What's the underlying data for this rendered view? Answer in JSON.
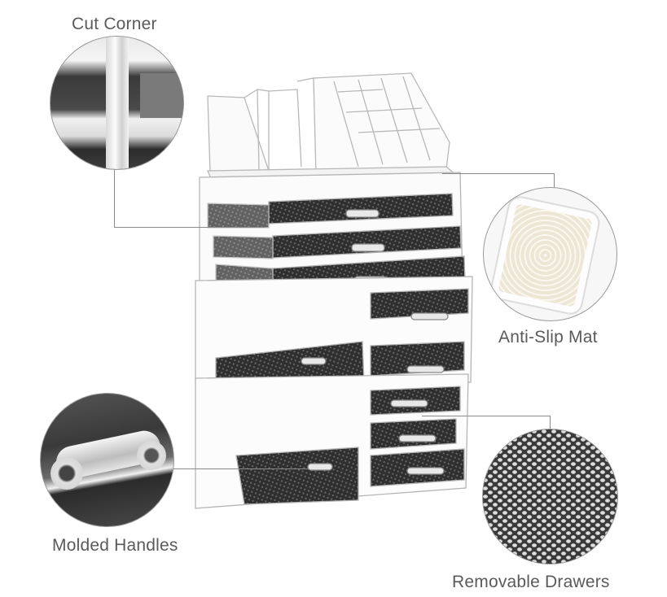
{
  "image": {
    "subject": "Acrylic makeup organizer with drawers",
    "background": "#ffffff"
  },
  "callouts": [
    {
      "id": "cut-corner",
      "label": "Cut Corner",
      "position": "top-left"
    },
    {
      "id": "anti-slip-mat",
      "label": "Anti-Slip Mat",
      "position": "right-middle"
    },
    {
      "id": "molded-handles",
      "label": "Molded Handles",
      "position": "bottom-left"
    },
    {
      "id": "removable-drawers",
      "label": "Removable Drawers",
      "position": "bottom-right"
    }
  ],
  "colors": {
    "label_text": "#5a5a5a",
    "leader_line": "#8a8a8a",
    "mat_dark": "#2e2e2e",
    "acrylic_edge": "#bdbdbd",
    "anti_slip_pad": "#efe9dc"
  }
}
